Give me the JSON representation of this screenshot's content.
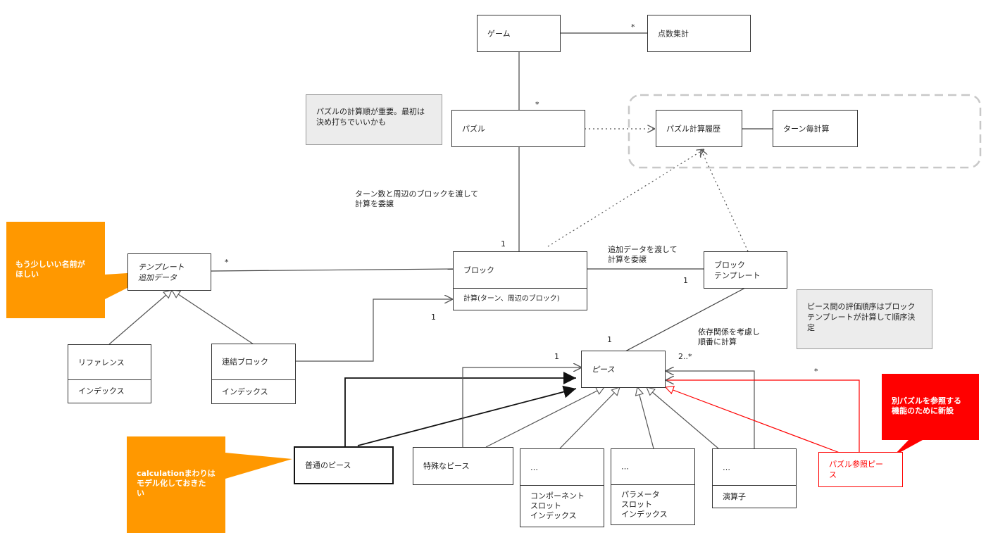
{
  "colors": {
    "orange_callout": "#ff9800",
    "red_callout": "#ff0000",
    "note_bg": "#ececec",
    "group_border": "#c8c8c8"
  },
  "boxes": {
    "game": "ゲーム",
    "score": "点数集計",
    "puzzle": "パズル",
    "history": "パズル計算履歴",
    "turn_calc": "ターン毎計算",
    "template": "テンプレート\n追加データ",
    "block": "ブロック",
    "block_method": "計算(ターン、周辺のブロック)",
    "block_template": "ブロック\nテンプレート",
    "reference": "リファレンス",
    "reference_sub": "インデックス",
    "linked_block": "連結ブロック",
    "linked_block_sub": "インデックス",
    "piece": "ピース",
    "normal_piece": "普通のピース",
    "special_piece": "特殊なピース",
    "component_dots": "…",
    "component_sub": "コンポーネント\nスロット\nインデックス",
    "param_dots": "…",
    "param_sub": "パラメータ\nスロット\nインデックス",
    "operator_dots": "…",
    "operator_sub": "演算子",
    "puzzle_ref_piece": "パズル参照ピー\nス"
  },
  "notes": {
    "calc_order": "パズルの計算順が重要。最初は\n決め打ちでいいかも",
    "eval_order": "ピース間の評価順序はブロック\nテンプレートが計算して順序決\n定"
  },
  "labels": {
    "delegate_turn": "ターン数と周辺のブロックを渡して\n計算を委譲",
    "delegate_extra": "追加データを渡して\n計算を委譲",
    "dependency": "依存関係を考慮し\n順番に計算"
  },
  "multiplicities": {
    "game_score": "*",
    "game_puzzle": "*",
    "puzzle_block": "1",
    "template_block": "*",
    "linked_block": "1",
    "block_template_right": "1",
    "bt_piece": "1",
    "piece_left": "1",
    "piece_right": "2..*",
    "puzzle_ref": "*"
  },
  "callouts": {
    "name": "もう少しいい名前が\nほしい",
    "calculation": "calculationまわりは\nモデル化しておきた\nい",
    "new_feature": "別パズルを参照する\n機能のために新設"
  }
}
